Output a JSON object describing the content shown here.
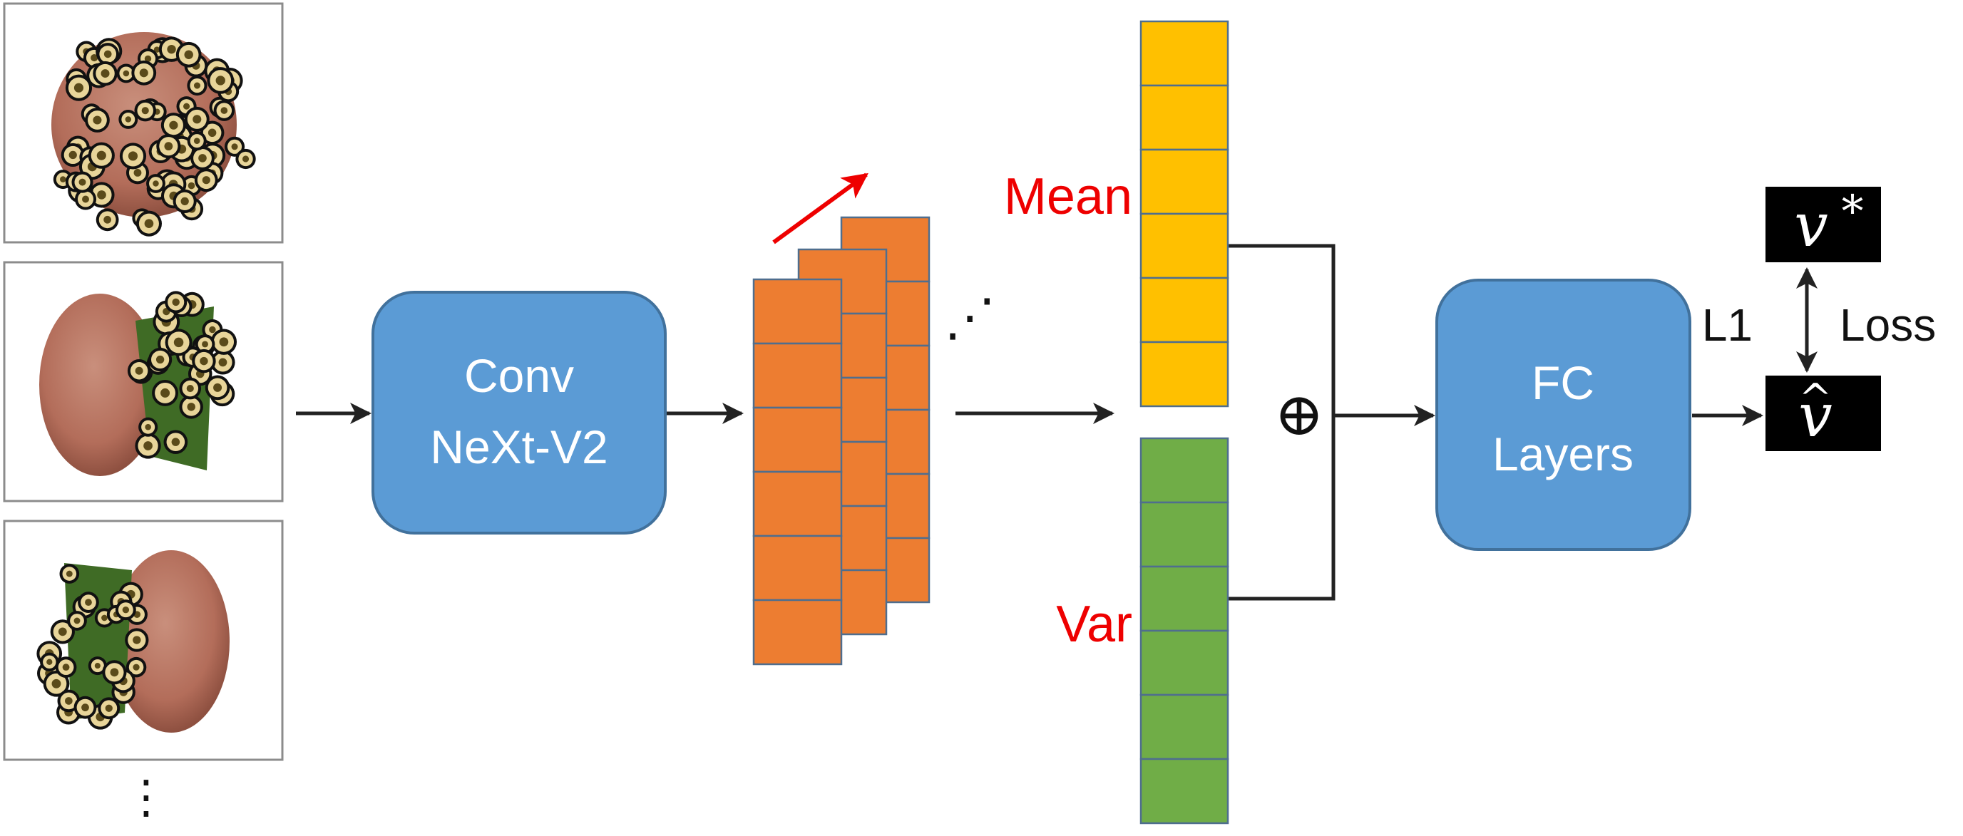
{
  "colors": {
    "block_fill": "#5b9bd5",
    "block_stroke": "#41719c",
    "feature_fill": "#ed7d31",
    "feature_stroke": "#4f6e8e",
    "mean_fill": "#ffc000",
    "var_fill": "#70ad47",
    "vector_stroke": "#4f6e8e",
    "label_red": "#ee0000",
    "arrow": "#222222",
    "target_box": "#000000"
  },
  "inputs": {
    "continuation": "⋮"
  },
  "backbone": {
    "line1": "Conv",
    "line2": "NeXt-V2"
  },
  "features": {
    "continuation": "⋰"
  },
  "pooling": {
    "mean_label": "Mean",
    "var_label": "Var",
    "cells_per_vector": 6,
    "concat_symbol": "⊕"
  },
  "head": {
    "line1": "FC",
    "line2": "Layers"
  },
  "loss": {
    "target": "v",
    "target_superscript": "*",
    "prediction": "v",
    "prediction_accent": "^",
    "left_label": "L1",
    "right_label": "Loss"
  }
}
